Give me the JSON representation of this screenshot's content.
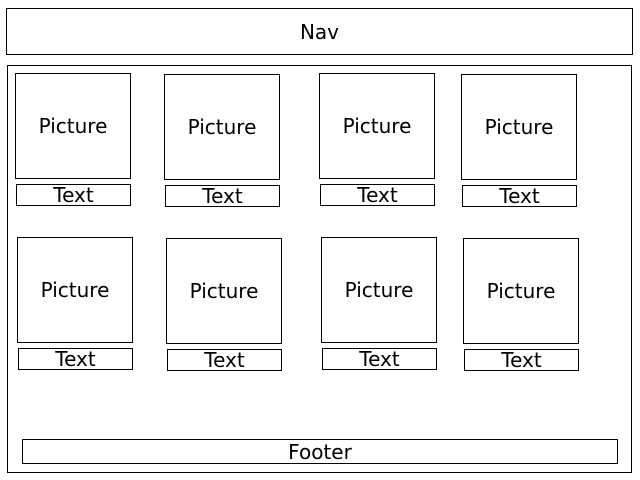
{
  "nav": {
    "label": "Nav"
  },
  "footer": {
    "label": "Footer"
  },
  "grid": {
    "tiles": [
      {
        "picture": "Picture",
        "text": "Text"
      },
      {
        "picture": "Picture",
        "text": "Text"
      },
      {
        "picture": "Picture",
        "text": "Text"
      },
      {
        "picture": "Picture",
        "text": "Text"
      },
      {
        "picture": "Picture",
        "text": "Text"
      },
      {
        "picture": "Picture",
        "text": "Text"
      },
      {
        "picture": "Picture",
        "text": "Text"
      },
      {
        "picture": "Picture",
        "text": "Text"
      }
    ]
  }
}
